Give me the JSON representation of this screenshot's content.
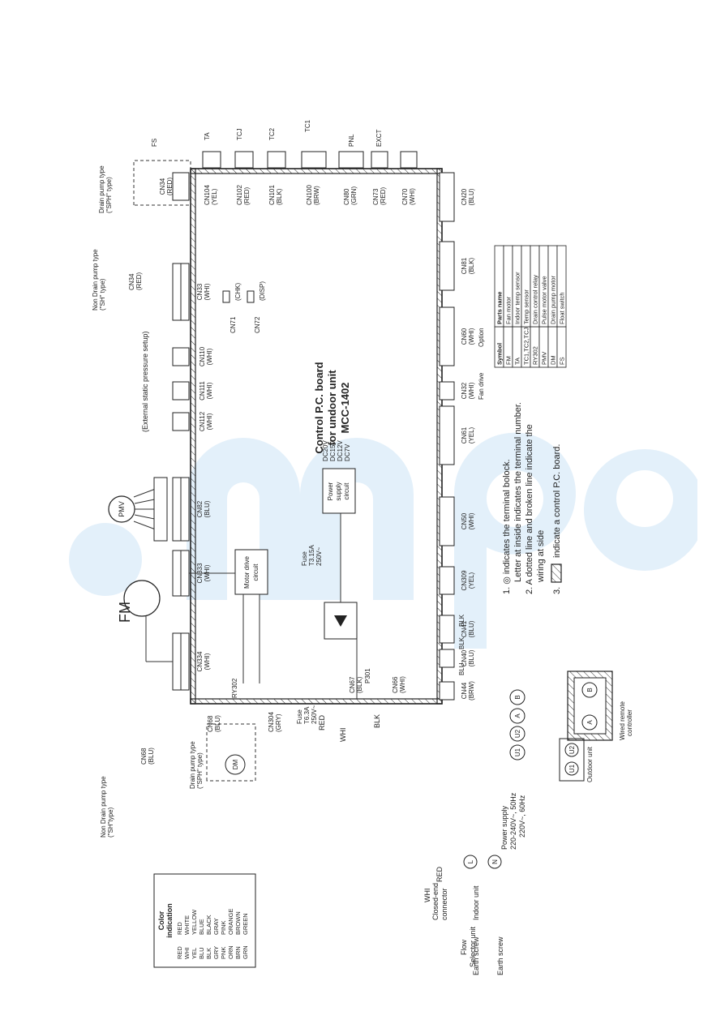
{
  "board": {
    "title": "Control P.C. board",
    "title2": "for undoor unit",
    "model": "MCC-1402"
  },
  "motor_label": "FM",
  "pmv_label": "PMV",
  "dm_label": "DM",
  "connectors": {
    "cn334": "CN334",
    "cn334_color": "(WHI)",
    "cn333": "CN333",
    "cn333_color": "(WHI)",
    "cn82": "CN82",
    "cn82_color": "(BLU)",
    "cn112": "CN112",
    "cn112_color": "(WHI)",
    "cn111": "CN111",
    "cn111_color": "(WHI)",
    "cn110": "CN110",
    "cn110_color": "(WHI)",
    "cn33": "CN33",
    "cn33_color": "(WHI)",
    "cn34a": "CN34",
    "cn34a_color": "(RED)",
    "cn34b": "CN34",
    "cn34b_color": "(RED)",
    "cn104": "CN104",
    "cn104_color": "(YEL)",
    "cn102": "CN102",
    "cn102_color": "(RED)",
    "cn101": "CN101",
    "cn101_color": "(BLK)",
    "cn100": "CN100",
    "cn100_color": "(BRW)",
    "cn80": "CN80",
    "cn80_color": "(GRN)",
    "cn73": "CN73",
    "cn73_color": "(RED)",
    "cn70": "CN70",
    "cn70_color": "(WHI)",
    "cn20": "CN20",
    "cn20_color": "(BLU)",
    "cn81": "CN81",
    "cn81_color": "(BLK)",
    "cn60": "CN60",
    "cn60_color": "(WHI)",
    "cn32": "CN32",
    "cn32_color": "(WHI)",
    "cn61": "CN61",
    "cn61_color": "(YEL)",
    "cn50": "CN50",
    "cn50_color": "(WHI)",
    "cn309": "CN309",
    "cn309_color": "(YEL)",
    "cn41": "CN41",
    "cn41_color": "(BLU)",
    "cn40": "CN40",
    "cn40_color": "(BLU)",
    "cn44": "CN44",
    "cn44_color": "(BRW)",
    "cn66": "CN66",
    "cn66_color": "(WHI)",
    "cn67": "CN67",
    "cn67_color": "(BLK)",
    "cn304": "CN304",
    "cn304_color": "(GRY)",
    "cn68a": "CN68",
    "cn68a_color": "(BLU)",
    "cn68b": "CN68",
    "cn68b_color": "(BLU)",
    "cn71": "CN71",
    "cn72": "CN72",
    "chk": "(CHK)",
    "disp": "(DISP)",
    "p301": "P301"
  },
  "sensors": {
    "ta": "TA",
    "tcj": "TCJ",
    "tc2": "TC2",
    "tc1": "TC1",
    "pnl": "PNL",
    "exct": "EXCT",
    "fs": "FS"
  },
  "annotations": {
    "ext_static": "(External static pressure setup)",
    "non_drain_top": "Non Drain pump type",
    "non_drain_top2": "(\"SH\" type)",
    "drain_top": "Drain pump type",
    "drain_top2": "(\"SPH\" type)",
    "non_drain_bot": "Non Drain pump type",
    "non_drain_bot2": "(\"SH\"type)",
    "drain_bot": "Drain pump type",
    "drain_bot2": "(\"SPH\" type)",
    "fan_drive": "Fan drive",
    "option": "Option",
    "motor_drive": "Motor drive",
    "motor_drive2": "circuit",
    "power_supply": "Power",
    "power_supply2": "supply",
    "power_supply3": "circuit",
    "dc1": "DC20V",
    "dc2": "DC15V",
    "dc3": "DC12V",
    "dc4": "DC7V",
    "fuse1": "Fuse",
    "fuse1b": "T3.15A",
    "fuse1c": "250V~",
    "fuse2": "Fuse",
    "fuse2b": "T6.3A",
    "fuse2c": "250V~",
    "ry302": "RY302",
    "blk": "BLK",
    "red": "RED",
    "whi": "WHI",
    "blu": "BLU",
    "power_supply_lbl": "Power supply",
    "power_supply_v1": "220-240V~, 50Hz",
    "power_supply_v2": "220V~, 60Hz",
    "outdoor_unit": "Outdoor unit",
    "wired_remote": "Wired remote",
    "wired_remote2": "controller",
    "closed_end": "Closed-end",
    "closed_end2": "connector",
    "indoor_unit": "Indoor unit",
    "earth_screw": "Earth screw",
    "flow_selector": "Flow",
    "flow_selector2": "Selector unit",
    "earth_screw2": "Earth screw",
    "u1": "U1",
    "u2": "U2",
    "a": "A",
    "b": "B",
    "l": "L",
    "n": "N"
  },
  "notes": [
    "1. ◎ indicates the terminal bolock.",
    "Letter at inside indicates the terminal number.",
    "2. A dotted line and broken line indicate the",
    "wiring at side",
    "indicate a control P.C. board.",
    "3."
  ],
  "color_legend": {
    "title": "Color",
    "title2": "indication",
    "rows": [
      [
        "RED",
        "RED"
      ],
      [
        "WHI",
        "WHITE"
      ],
      [
        "YEL",
        "YELLOW"
      ],
      [
        "BLU",
        "BLUE"
      ],
      [
        "BLK",
        "BLACK"
      ],
      [
        "GRY",
        "GRAY"
      ],
      [
        "PNK",
        "PINK"
      ],
      [
        "ORN",
        "ORANGE"
      ],
      [
        "BRN",
        "BROWN"
      ],
      [
        "GRN",
        "GREEN"
      ]
    ]
  },
  "parts_table": {
    "headers": [
      "Symbol",
      "Parts name"
    ],
    "rows": [
      [
        "FM",
        "Fan motor"
      ],
      [
        "TA",
        "Indoor temp sensor"
      ],
      [
        "TC1,TC2,TCJ",
        "Temp sensor"
      ],
      [
        "RY302",
        "Drain control relay"
      ],
      [
        "PMV",
        "Pulse motor valve"
      ],
      [
        "DM",
        "Drain pump motor"
      ],
      [
        "FS",
        "Float switch"
      ]
    ]
  },
  "colors": {
    "watermark": "#e3f0fa",
    "ink": "#222222"
  }
}
